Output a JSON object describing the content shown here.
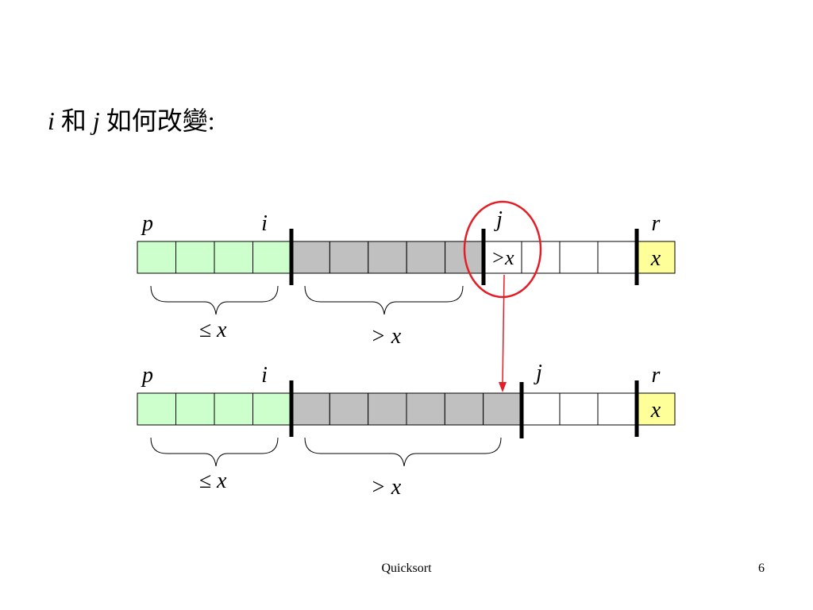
{
  "title": {
    "var_i": "i",
    "conj": "和",
    "var_j": "j",
    "rest": "如何改變:"
  },
  "before": {
    "label_p": "p",
    "label_i": "i",
    "label_j": "j",
    "label_r": "r",
    "cell_text": ">x",
    "pivot_text": "x",
    "brace_left_label": "≤ x",
    "brace_right_label": "> x"
  },
  "after": {
    "label_p": "p",
    "label_i": "i",
    "label_j": "j",
    "label_r": "r",
    "pivot_text": "x",
    "brace_left_label": "≤ x",
    "brace_right_label": "> x"
  },
  "colors": {
    "green": "#ccffcc",
    "gray": "#c0c0c0",
    "yellow": "#ffff99",
    "red": "#e41e26"
  },
  "footer": {
    "title": "Quicksort",
    "page": "6"
  }
}
